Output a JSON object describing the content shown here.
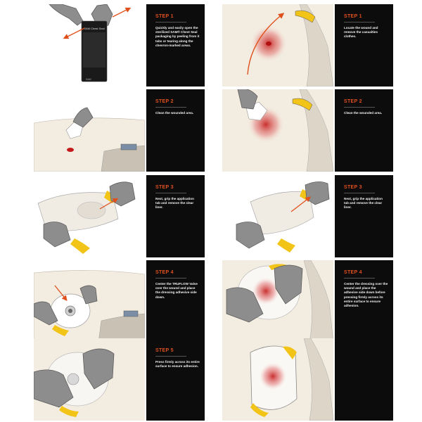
{
  "left_column": [
    {
      "step": "STEP 1",
      "text": "Quickly and easily open the sterilized SAM® Chest Seal packaging by peeling from it tabs or tearing along the chevron-marked areas."
    },
    {
      "step": "STEP 2",
      "text": "Clean the wounded area."
    },
    {
      "step": "STEP 3",
      "text": "Next, grip the application tab and remove the clear liner."
    },
    {
      "step": "STEP 4",
      "text": "Center the TRUFLOW Valve over the wound and place the dressing adhesive side down."
    },
    {
      "step": "STEP 5",
      "text": "Press firmly across its entire surface to ensure adhesion."
    }
  ],
  "right_column": [
    {
      "step": "STEP 1",
      "text": "Locate the wound and remove the casualties clothes."
    },
    {
      "step": "STEP 2",
      "text": "Clean the wounded area."
    },
    {
      "step": "STEP 3",
      "text": "Next, grip the application tab and remove the clear liner."
    },
    {
      "step": "STEP 4",
      "text": "Center the dressing over the wound and place the adhesive side down before pressing firmly across its entire surface to ensure adhesion."
    },
    {
      "step": "",
      "text": ""
    }
  ],
  "package_label": "SAM Chest Seal",
  "colors": {
    "panel_bg": "#0c0c0c",
    "step_title": "#e0501c",
    "step_text": "#f2f2f2",
    "glove": "#8d8d8d",
    "skin": "#f3ece0",
    "tab_yellow": "#f2c418",
    "wound": "#c41a1a",
    "arrow": "#e0501c"
  }
}
